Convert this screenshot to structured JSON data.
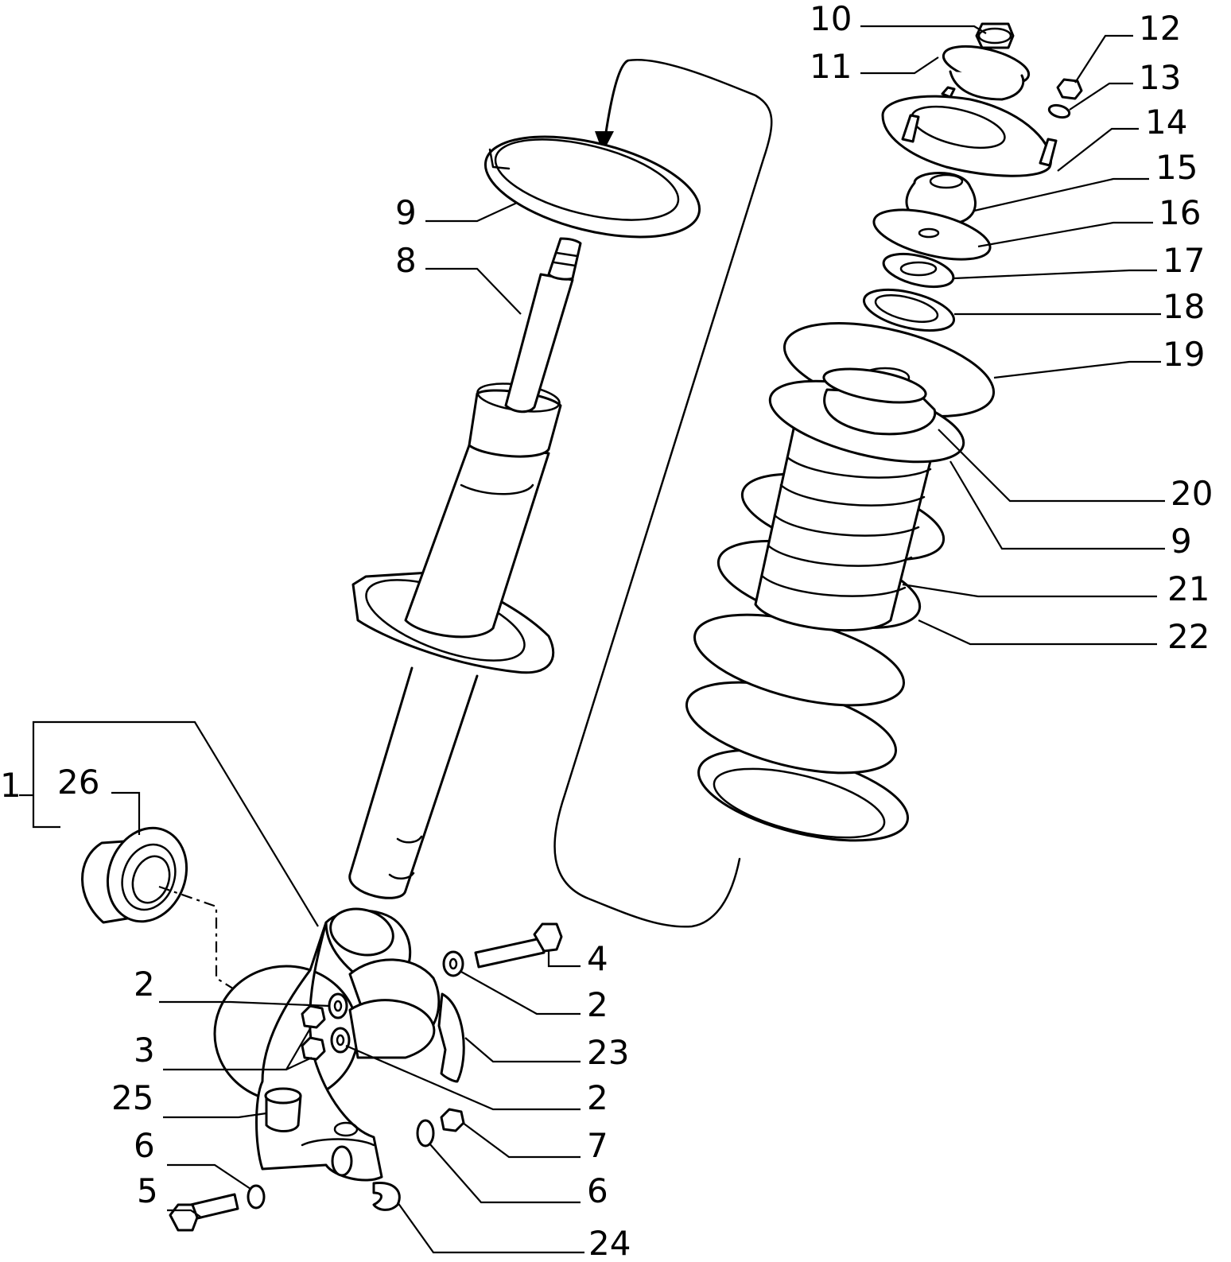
{
  "diagram": {
    "callouts": [
      {
        "id": "c10",
        "text": "10"
      },
      {
        "id": "c11",
        "text": "11"
      },
      {
        "id": "c12",
        "text": "12"
      },
      {
        "id": "c13",
        "text": "13"
      },
      {
        "id": "c14",
        "text": "14"
      },
      {
        "id": "c15",
        "text": "15"
      },
      {
        "id": "c16",
        "text": "16"
      },
      {
        "id": "c17",
        "text": "17"
      },
      {
        "id": "c18",
        "text": "18"
      },
      {
        "id": "c19",
        "text": "19"
      },
      {
        "id": "c20",
        "text": "20"
      },
      {
        "id": "c9b",
        "text": "9"
      },
      {
        "id": "c21",
        "text": "21"
      },
      {
        "id": "c22",
        "text": "22"
      },
      {
        "id": "c9a",
        "text": "9"
      },
      {
        "id": "c8",
        "text": "8"
      },
      {
        "id": "c1",
        "text": "1"
      },
      {
        "id": "c26",
        "text": "26"
      },
      {
        "id": "c4",
        "text": "4"
      },
      {
        "id": "c2a",
        "text": "2"
      },
      {
        "id": "c2b",
        "text": "2"
      },
      {
        "id": "c23",
        "text": "23"
      },
      {
        "id": "c3",
        "text": "3"
      },
      {
        "id": "c2c",
        "text": "2"
      },
      {
        "id": "c25",
        "text": "25"
      },
      {
        "id": "c7",
        "text": "7"
      },
      {
        "id": "c6a",
        "text": "6"
      },
      {
        "id": "c6b",
        "text": "6"
      },
      {
        "id": "c5",
        "text": "5"
      },
      {
        "id": "c24",
        "text": "24"
      }
    ]
  }
}
